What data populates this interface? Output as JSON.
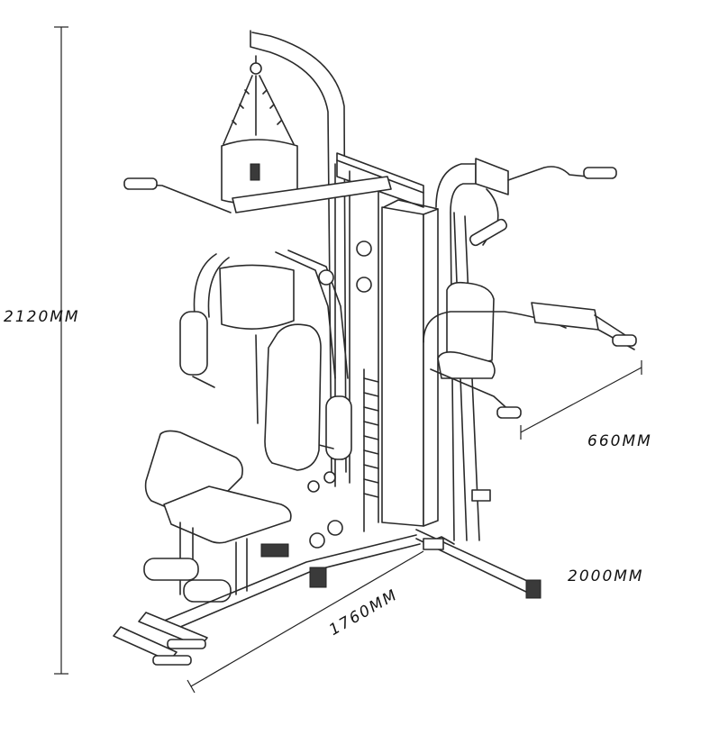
{
  "dimensions": {
    "height": "2120MM",
    "depth": "660MM",
    "width": "2000MM",
    "length": "1760MM"
  }
}
